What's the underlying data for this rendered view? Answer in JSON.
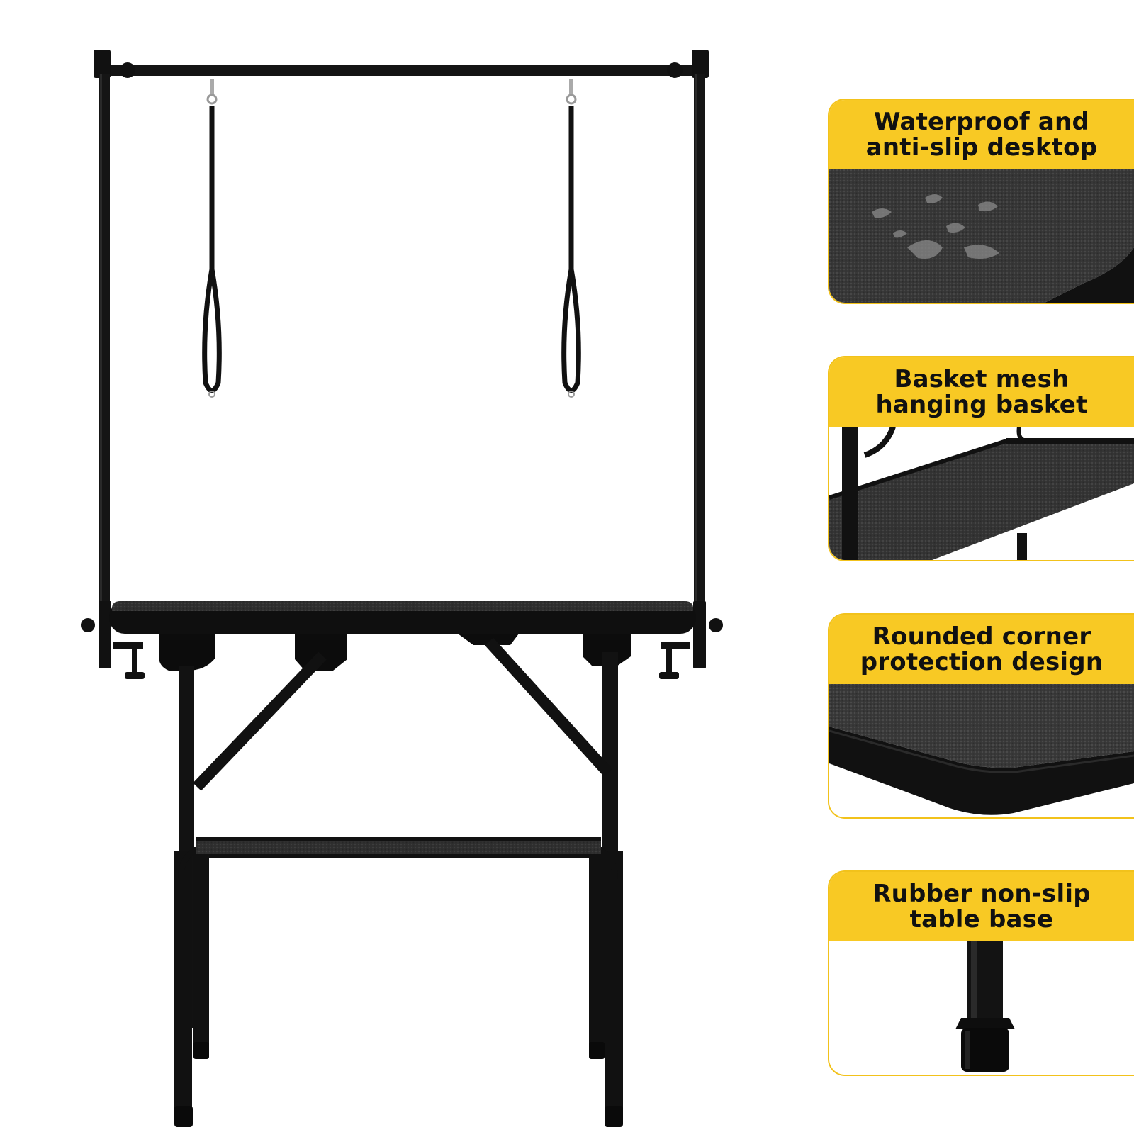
{
  "colors": {
    "accent": "#f8c924",
    "accent_border": "#f2c21b",
    "product": "#121212",
    "mat": "#2e2e2e"
  },
  "features": [
    {
      "label": "Waterproof and\nanti-slip desktop",
      "icon": "waterproof-mat-closeup"
    },
    {
      "label": "Basket mesh\nhanging basket",
      "icon": "mesh-basket-closeup"
    },
    {
      "label": "Rounded corner\nprotection design",
      "icon": "rounded-corner-closeup"
    },
    {
      "label": "Rubber non-slip\ntable base",
      "icon": "rubber-foot-closeup"
    }
  ]
}
